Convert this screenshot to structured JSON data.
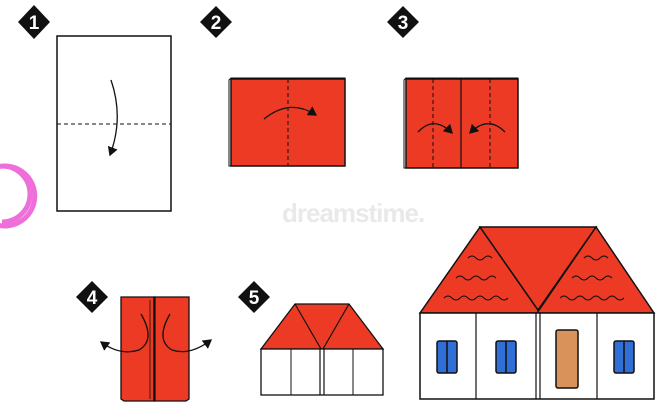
{
  "steps": [
    {
      "number": "1"
    },
    {
      "number": "2"
    },
    {
      "number": "3"
    },
    {
      "number": "4"
    },
    {
      "number": "5"
    }
  ],
  "watermark": "dreamstime.",
  "colors": {
    "paper_red": "#ec3a24",
    "outline": "#1a1a1a",
    "window_blue": "#2f6fd6",
    "door_tan": "#d9935a",
    "badge": "#111111",
    "circle_pink": "#ee6fd9"
  }
}
